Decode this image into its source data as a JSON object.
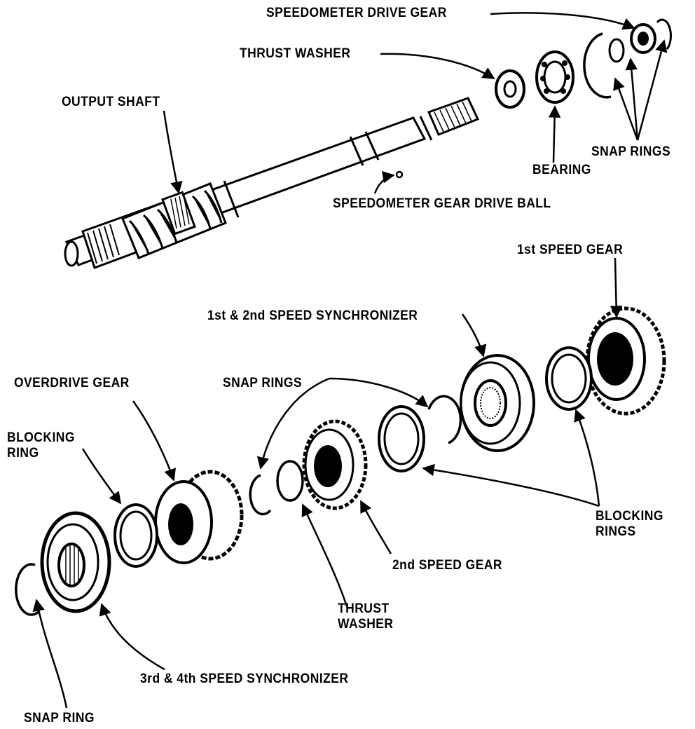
{
  "labels": {
    "speedometer_drive_gear": "SPEEDOMETER DRIVE GEAR",
    "thrust_washer_top": "THRUST WASHER",
    "output_shaft": "OUTPUT SHAFT",
    "bearing": "BEARING",
    "snap_rings_top": "SNAP RINGS",
    "speedometer_gear_drive_ball": "SPEEDOMETER GEAR DRIVE BALL",
    "first_speed_gear": "1st SPEED GEAR",
    "first_second_synchronizer": "1st & 2nd SPEED SYNCHRONIZER",
    "overdrive_gear": "OVERDRIVE GEAR",
    "snap_rings_mid": "SNAP RINGS",
    "blocking_ring_line1": "BLOCKING",
    "blocking_ring_line2": "RING",
    "blocking_rings_line1": "BLOCKING",
    "blocking_rings_line2": "RINGS",
    "second_speed_gear": "2nd SPEED GEAR",
    "thrust_washer_bottom_line1": "THRUST",
    "thrust_washer_bottom_line2": "WASHER",
    "third_fourth_synchronizer": "3rd & 4th SPEED SYNCHRONIZER",
    "snap_ring_bottom": "SNAP RING"
  },
  "colors": {
    "ink": "#000000",
    "paper": "#ffffff"
  }
}
